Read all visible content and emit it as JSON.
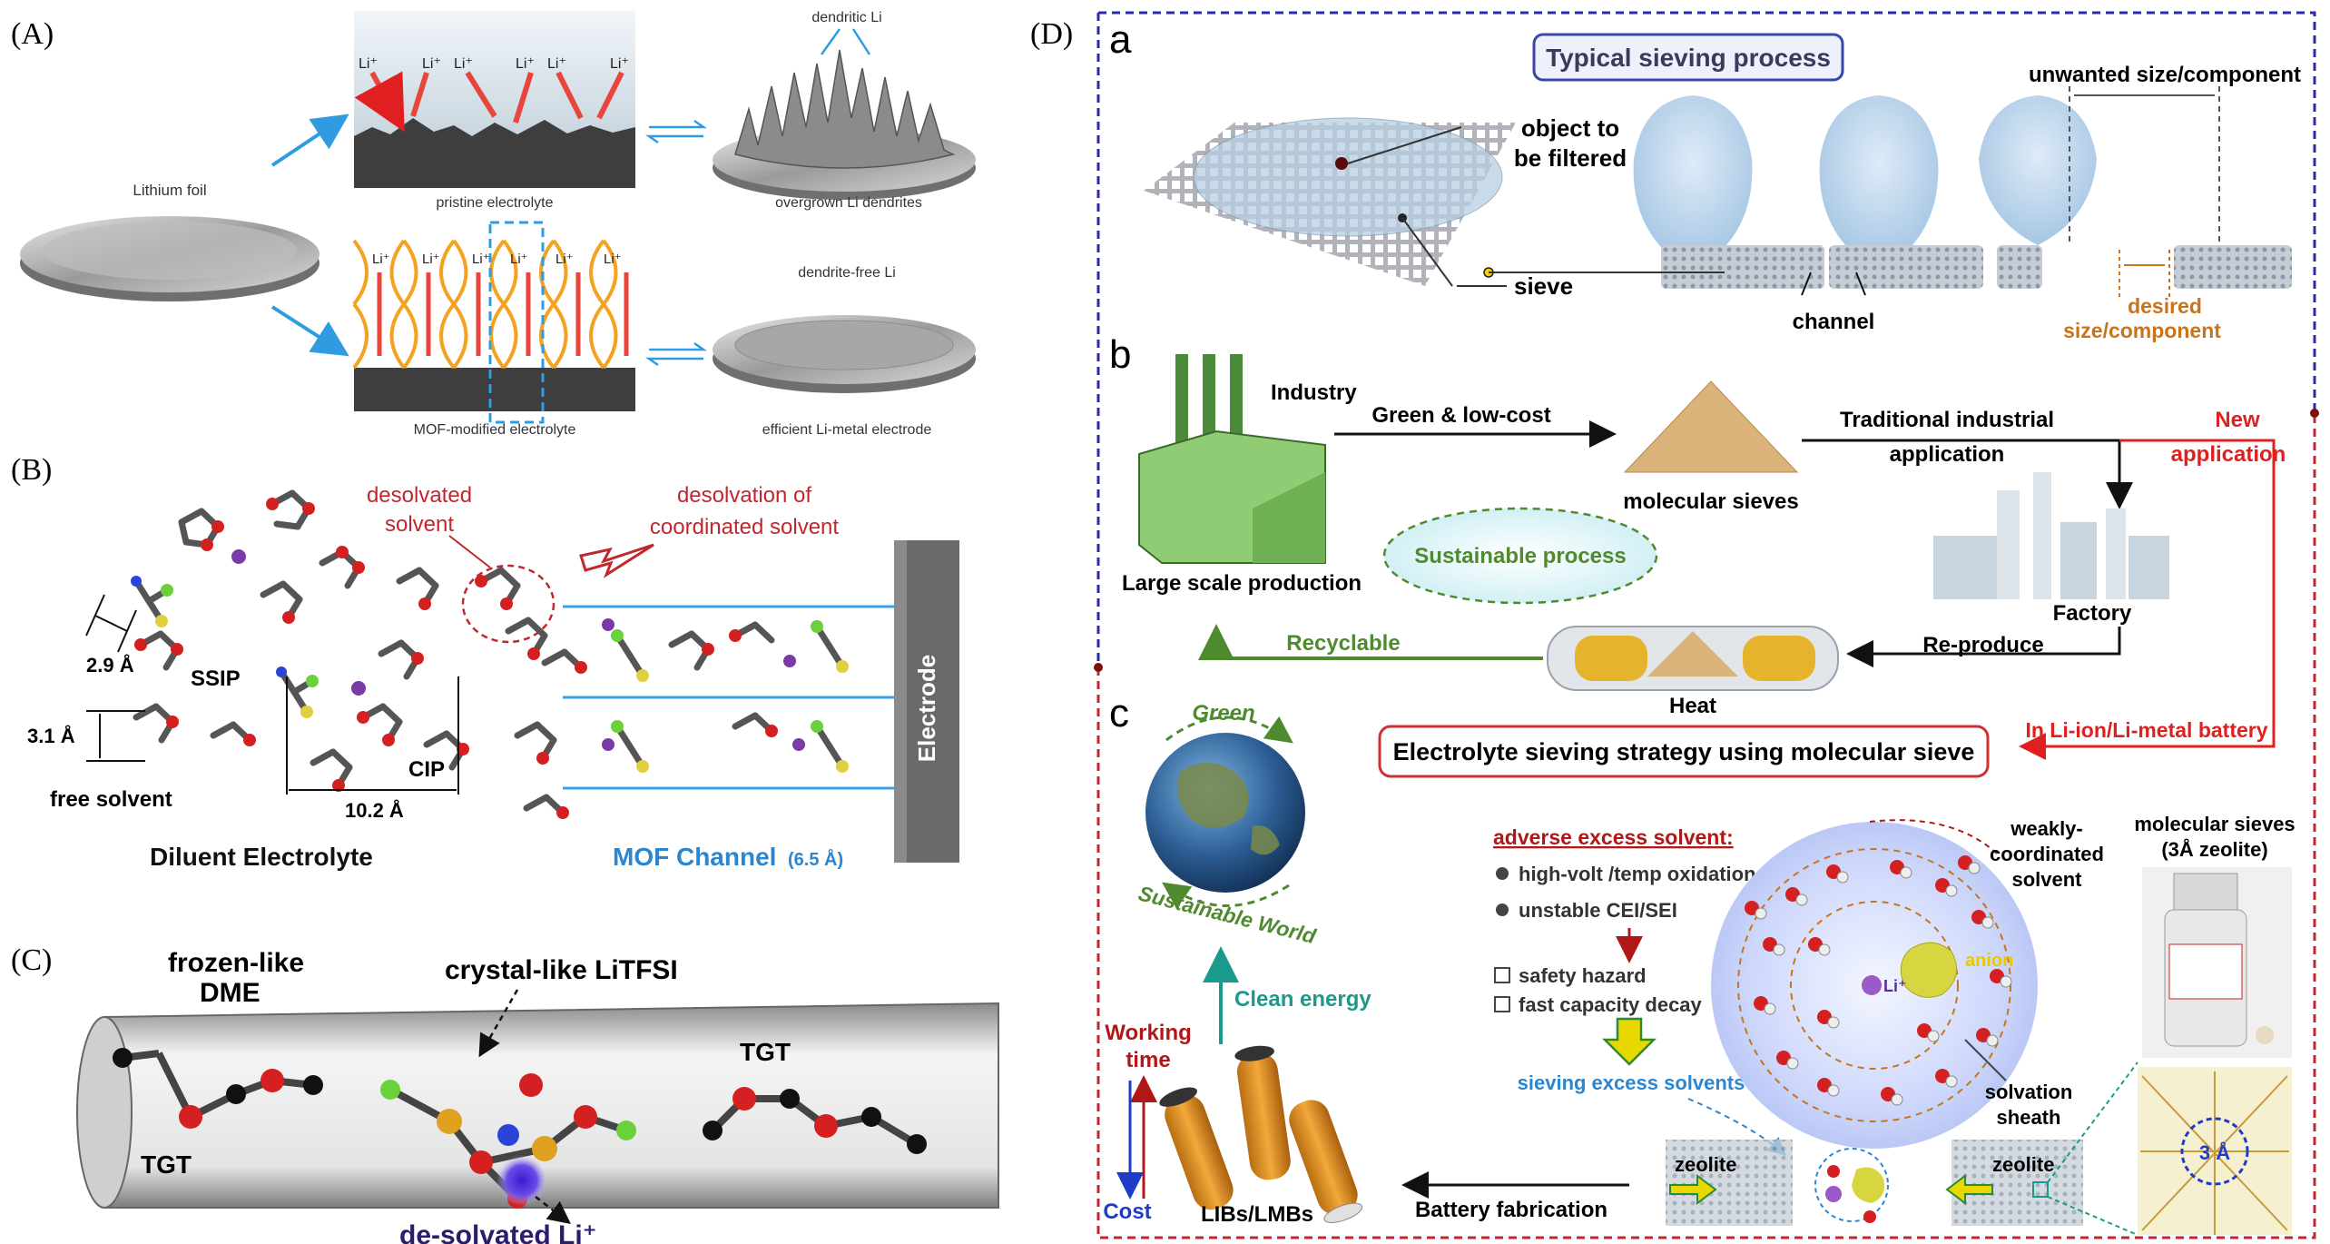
{
  "panel_labels": {
    "A": "(A)",
    "B": "(B)",
    "C": "(C)",
    "D": "(D)"
  },
  "panelA": {
    "lithium_foil": "Lithium foil",
    "li_plus": "Li⁺",
    "pristine_electrolyte": "pristine electrolyte",
    "mof_modified_electrolyte": "MOF-modified electrolyte",
    "dendritic_li": "dendritic Li",
    "overgrown_dendrites": "overgrown Li  dendrites",
    "dendrite_free_li": "dendrite-free Li",
    "efficient_electrode": "efficient Li-metal electrode"
  },
  "panelB": {
    "desolvated_solvent": [
      "desolvated",
      "solvent"
    ],
    "desolvation_of_coordinated": [
      "desolvation of",
      "coordinated solvent"
    ],
    "dist_29": "2.9 Å",
    "ssip": "SSIP",
    "dist_31": "3.1 Å",
    "free_solvent": "free solvent",
    "cip": "CIP",
    "dist_102": "10.2 Å",
    "diluent_electrolyte": "Diluent Electrolyte",
    "mof_channel": "MOF Channel",
    "mof_channel_size": "(6.5 Å)",
    "electrode": "Electrode"
  },
  "panelC": {
    "frozen_like": [
      "frozen-like",
      "DME"
    ],
    "crystal_like": "crystal-like LiTFSI",
    "tgt_left": "TGT",
    "tgt_right": "TGT",
    "desolvated_li": "de-solvated Li⁺"
  },
  "panelD": {
    "sub_a": "a",
    "sub_b": "b",
    "sub_c": "c",
    "typical_sieving": "Typical sieving process",
    "object_filtered": [
      "object to",
      "be filtered"
    ],
    "sieve": "sieve",
    "channel": "channel",
    "unwanted": "unwanted size/component",
    "desired": [
      "desired",
      "size/component"
    ],
    "industry": "Industry",
    "green_low_cost": "Green & low-cost",
    "molecular_sieves": "molecular sieves",
    "traditional": [
      "Traditional industrial",
      "application"
    ],
    "new_application": [
      "New",
      "application"
    ],
    "sustainable_process": "Sustainable process",
    "large_scale": "Large scale production",
    "factory": "Factory",
    "recyclable": "Recyclable",
    "re_produce": "Re-produce",
    "heat": "Heat",
    "in_li_battery": "In Li-ion/Li-metal battery",
    "strategy": "Electrolyte sieving strategy using molecular sieve",
    "green": "Green",
    "sustainable_world": "Sustainable World",
    "adverse": "adverse excess solvent:",
    "bullets": [
      "high-volt /temp oxidation",
      "unstable CEI/SEI"
    ],
    "boxes": [
      "safety hazard",
      "fast capacity decay"
    ],
    "sieving_excess": "sieving excess solvents",
    "weakly": [
      "weakly-",
      "coordinated",
      "solvent"
    ],
    "mol_sieves_3a": [
      "molecular sieves",
      "(3Å zeolite)"
    ],
    "anion": "anion",
    "li_plus": "Li⁺",
    "solvation_sheath": [
      "solvation",
      "sheath"
    ],
    "zeolite": "zeolite",
    "three_a": "3 Å",
    "clean_energy": "Clean energy",
    "working_time": [
      "Working",
      "time"
    ],
    "cost": "Cost",
    "libs_lmbs": "LIBs/LMBs",
    "battery_fabrication": "Battery fabrication"
  },
  "colors": {
    "red_label": "#c0282d",
    "blue_label": "#2a86d0",
    "navy_dash": "#2a2ab0",
    "green_label": "#4f8a2e",
    "orange_label": "#c8741c",
    "dark_blue_text": "#1f4f9a"
  }
}
